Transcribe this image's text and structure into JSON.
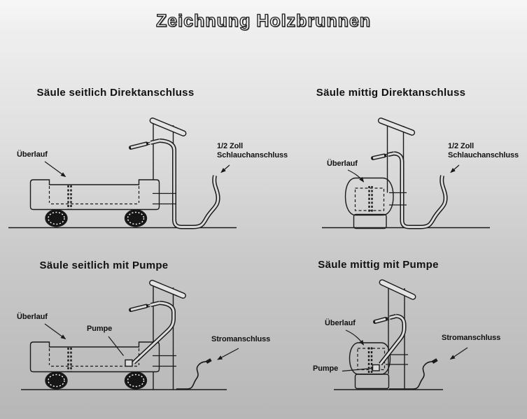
{
  "page": {
    "title": "Zeichnung Holzbrunnen"
  },
  "panels": {
    "top_left": {
      "title": "Säule seitlich Direktanschluss",
      "labels": {
        "ueberlauf": "Überlauf",
        "anschluss_line1": "1/2 Zoll",
        "anschluss_line2": "Schlauchanschluss"
      }
    },
    "top_right": {
      "title": "Säule mittig Direktanschluss",
      "labels": {
        "ueberlauf": "Überlauf",
        "anschluss_line1": "1/2 Zoll",
        "anschluss_line2": "Schlauchanschluss"
      }
    },
    "bottom_left": {
      "title": "Säule seitlich mit Pumpe",
      "labels": {
        "ueberlauf": "Überlauf",
        "pumpe": "Pumpe",
        "strom": "Stromanschluss"
      }
    },
    "bottom_right": {
      "title": "Säule mittig mit Pumpe",
      "labels": {
        "ueberlauf": "Überlauf",
        "pumpe": "Pumpe",
        "strom": "Stromanschluss"
      }
    }
  },
  "colors": {
    "line": "#1a1a1a",
    "bg_top": "#f6f6f6",
    "bg_bottom": "#b6b6b6"
  }
}
